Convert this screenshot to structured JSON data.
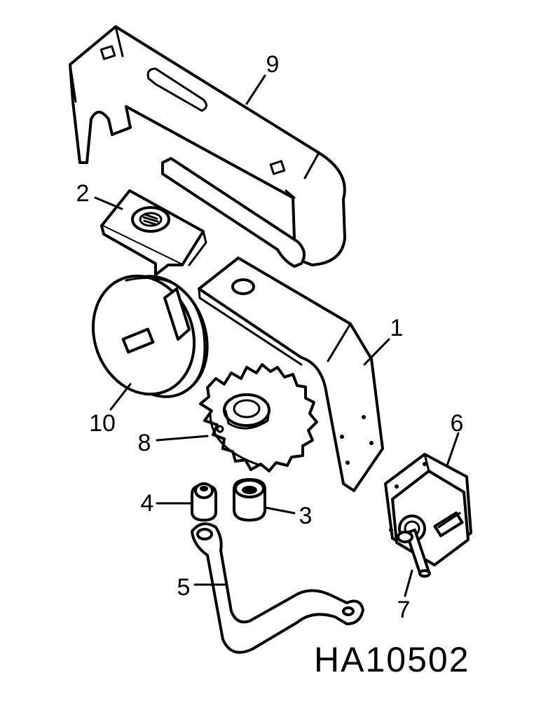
{
  "drawing_id": "HA10502",
  "callouts": [
    {
      "id": "9",
      "label": "9"
    },
    {
      "id": "2",
      "label": "2"
    },
    {
      "id": "1",
      "label": "1"
    },
    {
      "id": "10",
      "label": "10"
    },
    {
      "id": "8",
      "label": "8"
    },
    {
      "id": "6",
      "label": "6"
    },
    {
      "id": "4",
      "label": "4"
    },
    {
      "id": "3",
      "label": "3"
    },
    {
      "id": "5",
      "label": "5"
    },
    {
      "id": "7",
      "label": "7"
    }
  ],
  "colors": {
    "ink": "#000000",
    "paper": "#ffffff"
  }
}
